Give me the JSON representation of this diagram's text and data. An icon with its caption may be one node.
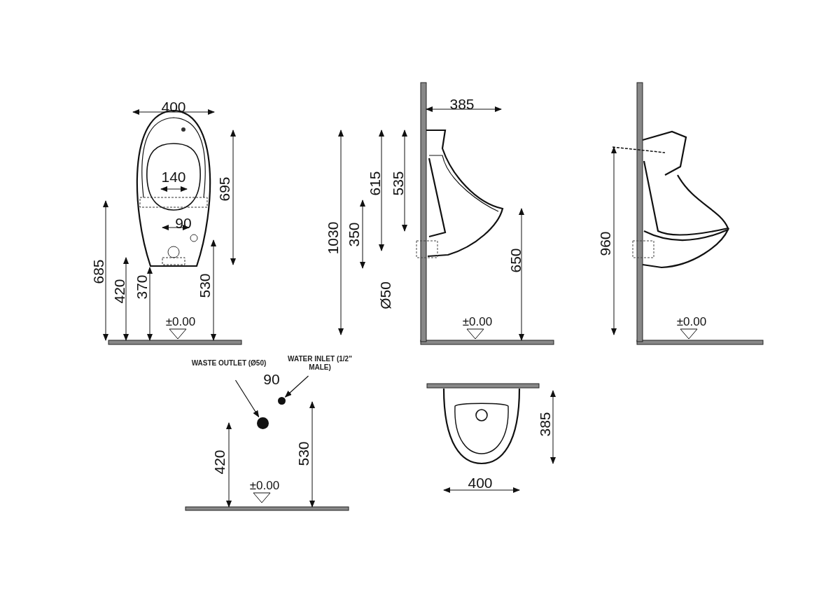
{
  "diagram": {
    "nodes": [
      {
        "text": [
          "WASTE OUTLET (Ø50)"
        ]
      },
      {
        "text": [
          "WATER INLET (1/2\" MALE)"
        ]
      },
      {
        "text": [],
        "shape": "circle"
      },
      {
        "text": [],
        "shape": "circle"
      }
    ],
    "edges": [
      {
        "from": 0,
        "to": 2,
        "arrow": "to"
      },
      {
        "from": 1,
        "to": 3,
        "arrow": "to"
      }
    ],
    "labels": [
      "400",
      "385",
      "140",
      "695",
      "615",
      "535",
      "90",
      "1030",
      "350",
      "960",
      "685",
      "420",
      "370",
      "530",
      "±0.00",
      "Ø50",
      "650",
      "±0.00",
      "±0.00",
      "90",
      "420",
      "530",
      "±0.00",
      "385",
      "400"
    ]
  }
}
